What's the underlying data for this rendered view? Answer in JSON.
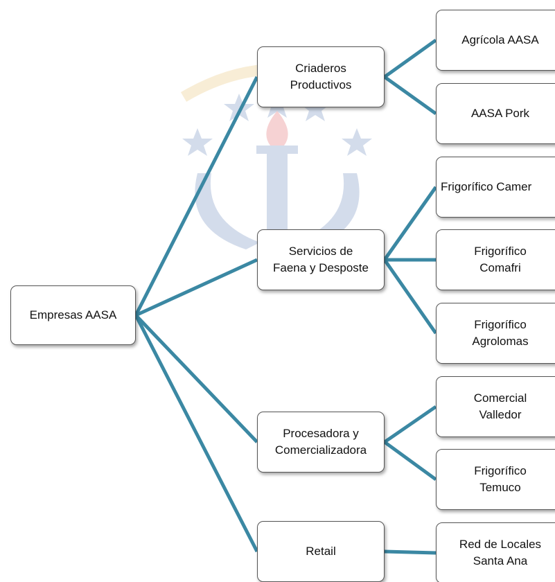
{
  "root": {
    "label": "Empresas AASA"
  },
  "groups": [
    {
      "label": "Criaderos\nProductivos",
      "children": [
        {
          "label": "Agrícola AASA"
        },
        {
          "label": "AASA Pork"
        }
      ]
    },
    {
      "label": "Servicios de\nFaena y Desposte",
      "children": [
        {
          "label": "Frigorífico Camer"
        },
        {
          "label": "Frigorífico\nComafri"
        },
        {
          "label": "Frigorífico\nAgrolomas"
        }
      ]
    },
    {
      "label": "Procesadora y\nComercializadora",
      "children": [
        {
          "label": "Comercial\nValledor"
        },
        {
          "label": "Frigorífico\nTemuco"
        }
      ]
    },
    {
      "label": "Retail",
      "children": [
        {
          "label": "Red de Locales\nSanta Ana"
        }
      ]
    }
  ],
  "colors": {
    "connector": "#3b88a3",
    "watermark_blue": "#3d63a6",
    "watermark_gold": "#e0b24a",
    "watermark_red": "#d8363a"
  },
  "watermark": {
    "icon": "university-crest-torch-icon"
  }
}
